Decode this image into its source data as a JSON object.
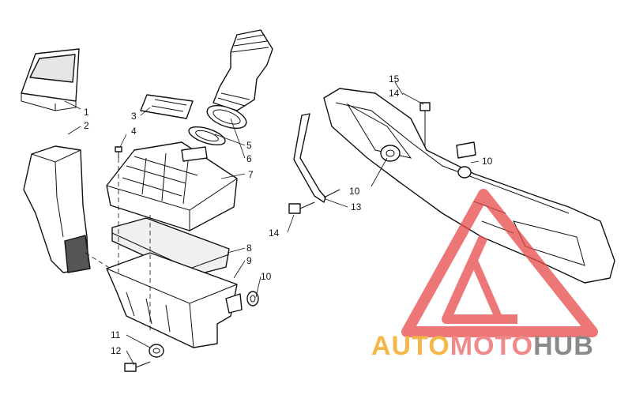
{
  "callouts": {
    "c1": "1",
    "c2": "2",
    "c3": "3",
    "c4": "4",
    "c5": "5",
    "c6": "6",
    "c7": "7",
    "c8": "8",
    "c9": "9",
    "c10a": "10",
    "c10b": "10",
    "c10c": "10",
    "c11": "11",
    "c12": "12",
    "c13": "13",
    "c14a": "14",
    "c14b": "14",
    "c15": "15"
  },
  "watermark": {
    "part1": "AUTO",
    "part2": "MOTO",
    "part3": "HUB",
    "colors": {
      "auto": "#f5b74a",
      "moto": "#f08a8a",
      "hub": "#8a8a8a",
      "triangle": "#e84a4a"
    }
  }
}
